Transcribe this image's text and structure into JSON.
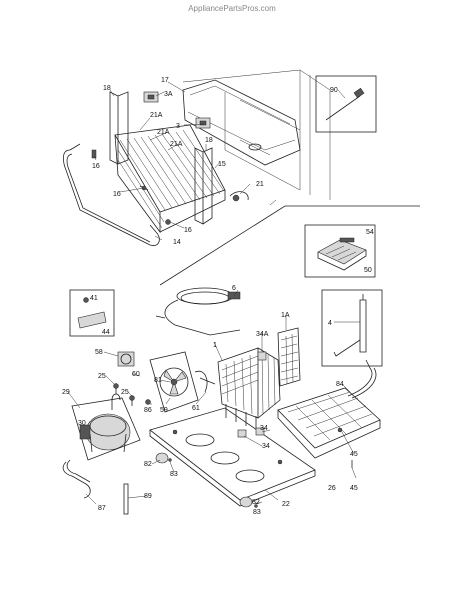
{
  "site": {
    "label": "AppliancePartsPros.com"
  },
  "callouts": [
    "17",
    "18",
    "3A",
    "21A",
    "3",
    "21A",
    "21A",
    "18",
    "15",
    "16",
    "16",
    "21",
    "16",
    "14",
    "90",
    "54",
    "50",
    "41",
    "44",
    "6",
    "1A",
    "4",
    "34A",
    "58",
    "1",
    "60",
    "81",
    "25",
    "25",
    "86",
    "59",
    "61",
    "29",
    "30",
    "84",
    "34",
    "34",
    "45",
    "82",
    "83",
    "26",
    "45",
    "89",
    "87",
    "82",
    "83",
    "22"
  ],
  "colors": {
    "line": "#222222",
    "background": "#ffffff",
    "site_text": "#888888"
  }
}
